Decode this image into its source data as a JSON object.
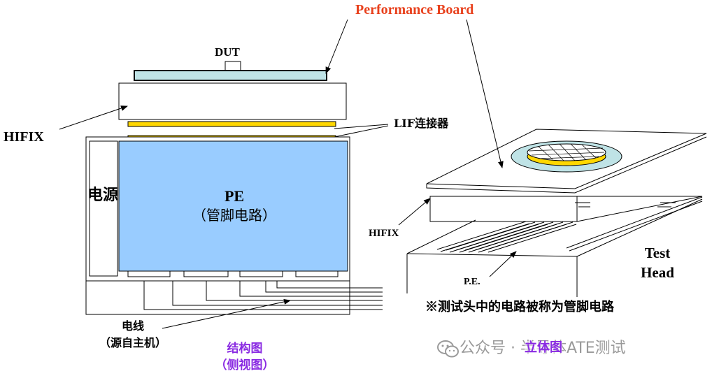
{
  "labels": {
    "performance_board": "Performance Board",
    "dut": "DUT",
    "hifix_left": "HIFIX",
    "lif": "LIF连接器",
    "power": "电源",
    "pe_main": "PE",
    "pe_sub": "（管脚电路）",
    "wire": "电线",
    "wire_sub": "（源自主机）",
    "side_view": "结构图",
    "side_view_sub": "（侧视图）",
    "hifix_right": "HIFIX",
    "pe_right": "P.E.",
    "test_head": "Test Head",
    "note": "※测试头中的电路被称为管脚电路",
    "watermark": "公众号 · 半导体ATE测试",
    "view_3d": "立体图"
  },
  "colors": {
    "title_red": "#e8401c",
    "pe_blue": "#99ccff",
    "lif_yellow": "#ffd700",
    "dut_board": "#bfe3e6",
    "accent_purple": "#8a2be2",
    "watermark_gray": "#9a9a9a"
  },
  "icons": [
    "wechat-icon"
  ]
}
